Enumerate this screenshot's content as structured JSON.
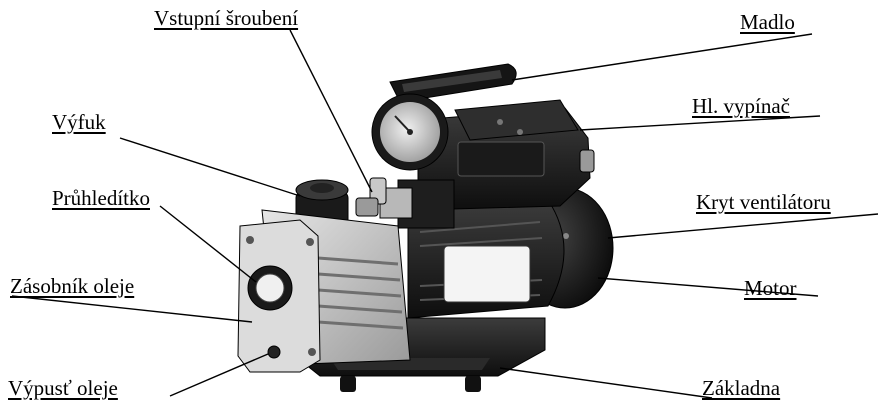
{
  "labels": {
    "inlet": "Vstupní šroubení",
    "handle": "Madlo",
    "exhaust": "Výfuk",
    "switch": "Hl. vypínač",
    "sight_glass": "Průhledítko",
    "fan_cover": "Kryt ventilátoru",
    "oil_reservoir": "Zásobník oleje",
    "motor": "Motor",
    "oil_drain": "Výpusť oleje",
    "base": "Základna"
  },
  "colors": {
    "ink": "#000000",
    "body_dark": "#1c1c1c",
    "body_mid": "#3a3a3a",
    "metal_light": "#d2d2d2",
    "metal_mid": "#a8a8a8",
    "label_white": "#f4f4f4"
  }
}
